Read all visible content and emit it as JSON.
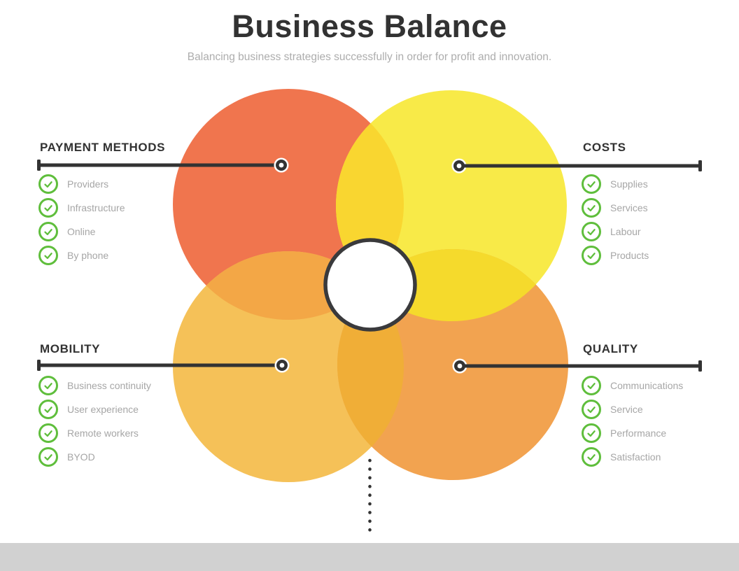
{
  "page": {
    "title": "Business Balance",
    "subtitle": "Balancing business strategies successfully in order for profit and innovation."
  },
  "sections": [
    {
      "id": "payment-methods",
      "label": "PAYMENT METHODS",
      "position": "top-left",
      "items": [
        "Providers",
        "Infrastructure",
        "Online",
        "By phone"
      ]
    },
    {
      "id": "costs",
      "label": "COSTS",
      "position": "top-right",
      "items": [
        "Supplies",
        "Services",
        "Labour",
        "Products"
      ]
    },
    {
      "id": "mobility",
      "label": "MOBILITY",
      "position": "bottom-left",
      "items": [
        "Business continuity",
        "User experience",
        "Remote workers",
        "BYOD"
      ]
    },
    {
      "id": "quality",
      "label": "QUALITY",
      "position": "bottom-right",
      "items": [
        "Communications",
        "Service",
        "Performance",
        "Satisfaction"
      ]
    }
  ],
  "diagram": {
    "circles": [
      {
        "name": "payment-methods-circle",
        "color": "#F0754E"
      },
      {
        "name": "costs-circle",
        "color": "#F8EA48"
      },
      {
        "name": "mobility-circle",
        "color": "#F5C158"
      },
      {
        "name": "quality-circle",
        "color": "#F2A350"
      }
    ],
    "overlap_colors": {
      "top": "#F9D630",
      "right": "#F5DA2C",
      "bottom": "#F0AE37",
      "left": "#F3A746"
    },
    "center_circle_fill": "#FFFFFF",
    "center_circle_border": "#3A3A3C"
  },
  "styles": {
    "accent_green": "#5FBE3C",
    "line_color": "#333333",
    "heading_color": "#323232",
    "item_text_color": "#A6A6A6",
    "subtitle_color": "#ADADAD",
    "footer_bar_color": "#D1D1D1"
  }
}
